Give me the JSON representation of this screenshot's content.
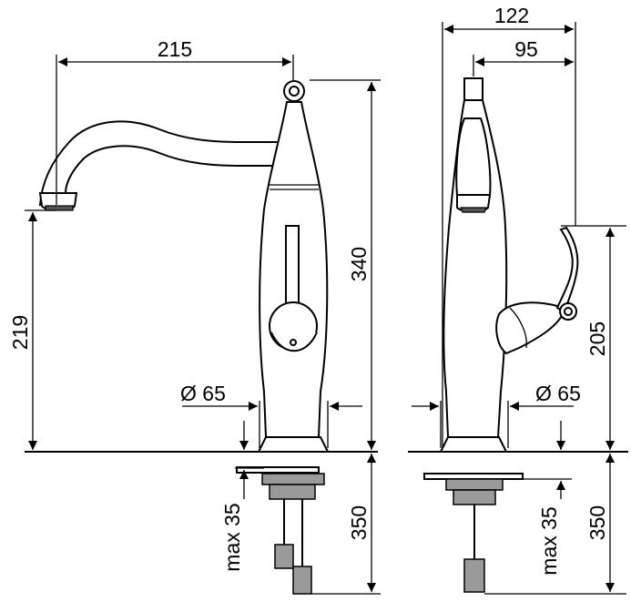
{
  "diagram": {
    "front_view": {
      "spout_reach": "215",
      "height_total": "340",
      "spout_height": "219",
      "base_diameter": "Ø 65",
      "max_thickness": "max 35",
      "hose_length": "350"
    },
    "side_view": {
      "depth_total": "122",
      "depth_lever": "95",
      "lever_height": "205",
      "base_diameter": "Ø 65",
      "max_thickness": "max 35",
      "hose_length": "350"
    }
  }
}
